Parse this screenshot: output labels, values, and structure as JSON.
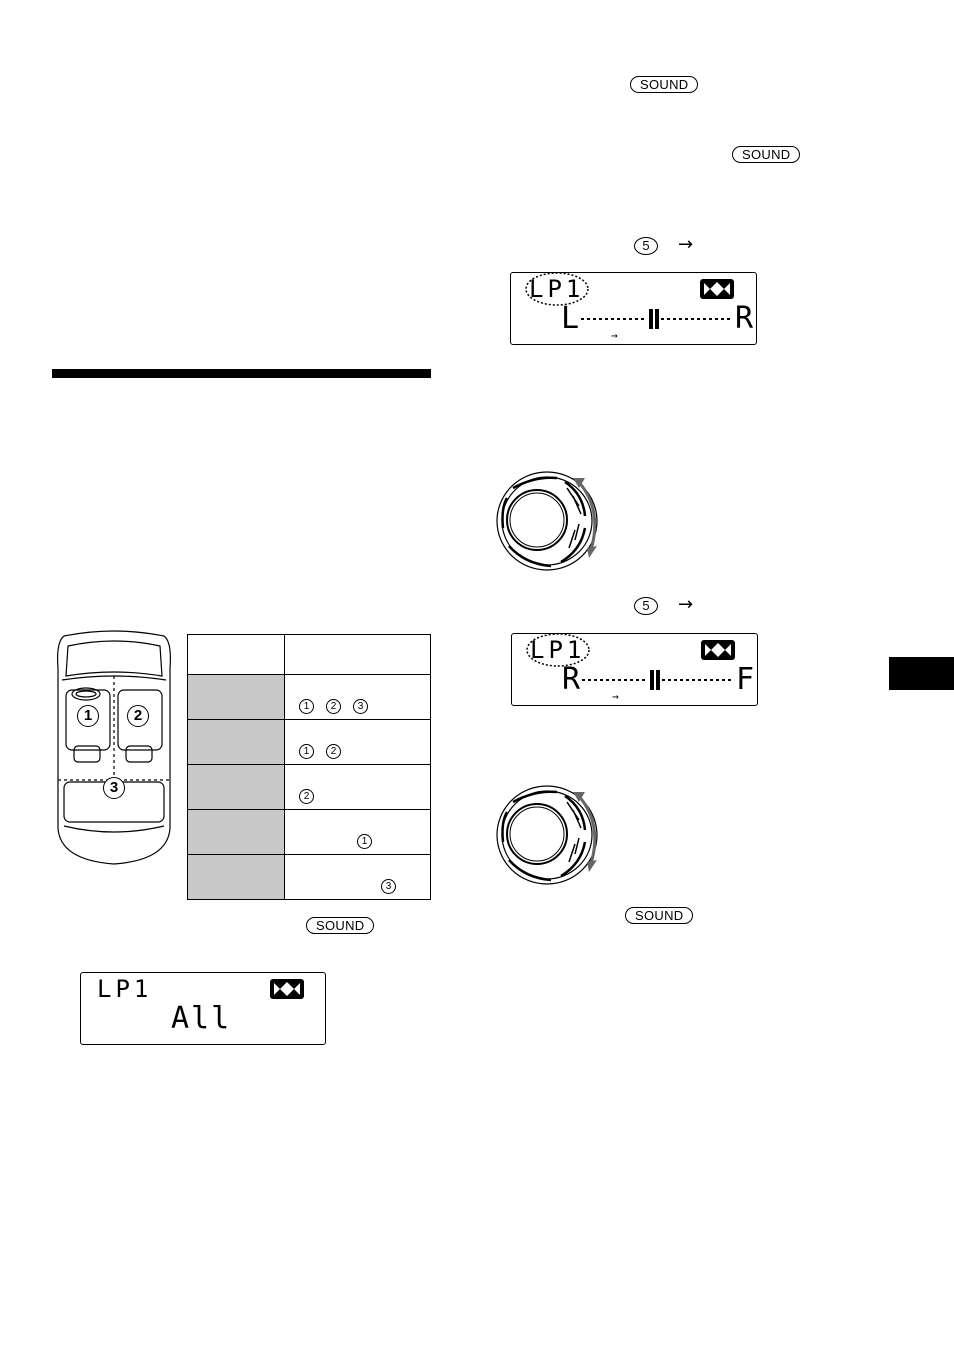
{
  "sound_button_label": "SOUND",
  "preset_number": "5",
  "arrow": "→",
  "lcd_balance": {
    "mode": "LP1",
    "left": "L",
    "right": "R",
    "small_arrow": "→"
  },
  "lcd_fader": {
    "mode": "LP1",
    "left": "R",
    "right": "F",
    "small_arrow": "→"
  },
  "lcd_position": {
    "mode": "LP1",
    "value": "All"
  },
  "car_seats": [
    "1",
    "2",
    "3"
  ],
  "position_table": {
    "rows": [
      {
        "seats": [
          "1",
          "2",
          "3"
        ]
      },
      {
        "seats": [
          "1",
          "2"
        ]
      },
      {
        "seats": [
          "2"
        ]
      },
      {
        "seats": [
          "1"
        ]
      },
      {
        "seats": [
          "3"
        ]
      }
    ]
  },
  "colors": {
    "ink": "#000000",
    "table_shade": "#c8c8c8",
    "side_tab": "#000000"
  }
}
